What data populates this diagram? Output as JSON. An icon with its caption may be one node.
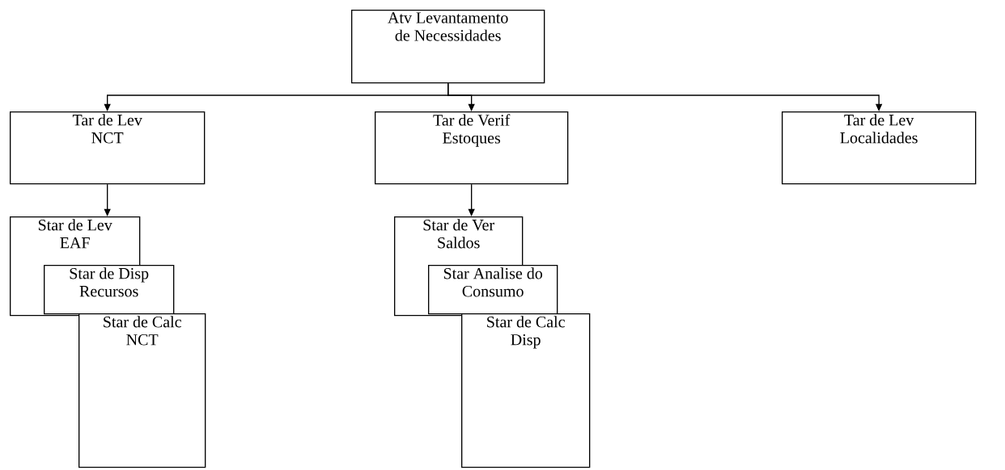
{
  "diagram": {
    "nodes": [
      {
        "text": [
          "Atv Levantamento de Necessidades"
        ]
      },
      {
        "text": [
          "Tar de Lev NCT"
        ]
      },
      {
        "text": [
          "Tar de Verif Estoques"
        ]
      },
      {
        "text": [
          "Tar de Lev Localidades"
        ]
      },
      {
        "text": [
          "Star de Lev EAF"
        ]
      },
      {
        "text": [
          "Star de Disp Recursos"
        ]
      },
      {
        "text": [
          "Star de Calc NCT"
        ]
      },
      {
        "text": [
          "Star de Ver Saldos"
        ]
      },
      {
        "text": [
          "Star Analise do Consumo"
        ]
      },
      {
        "text": [
          "Star de Calc Disp"
        ]
      }
    ],
    "edges": [
      {
        "from": 0,
        "to": 1,
        "arrow": "to"
      },
      {
        "from": 0,
        "to": 2,
        "arrow": "to"
      },
      {
        "from": 0,
        "to": 3,
        "arrow": "to"
      },
      {
        "from": 1,
        "to": 4,
        "arrow": "to"
      },
      {
        "from": 2,
        "to": 7,
        "arrow": "to"
      }
    ]
  }
}
